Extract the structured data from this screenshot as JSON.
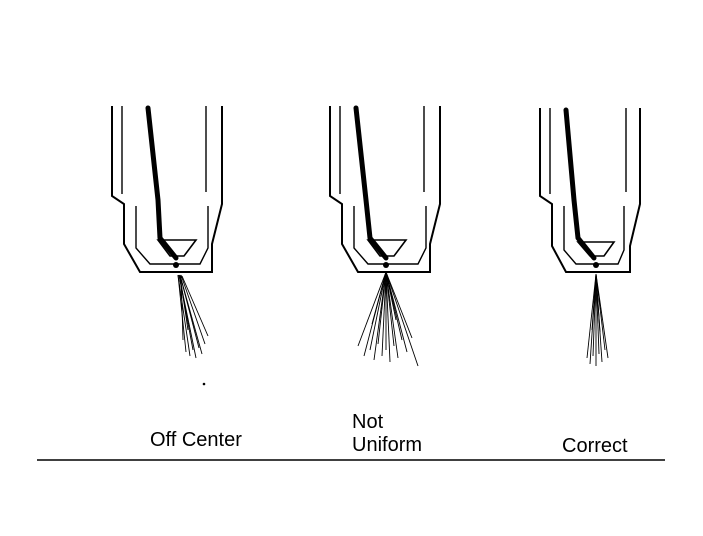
{
  "nozzles": [
    {
      "label_lines": [
        "Off Center"
      ],
      "pattern": "off-center"
    },
    {
      "label_lines": [
        "Not",
        "Uniform"
      ],
      "pattern": "not-uniform"
    },
    {
      "label_lines": [
        "Correct"
      ],
      "pattern": "correct"
    }
  ]
}
